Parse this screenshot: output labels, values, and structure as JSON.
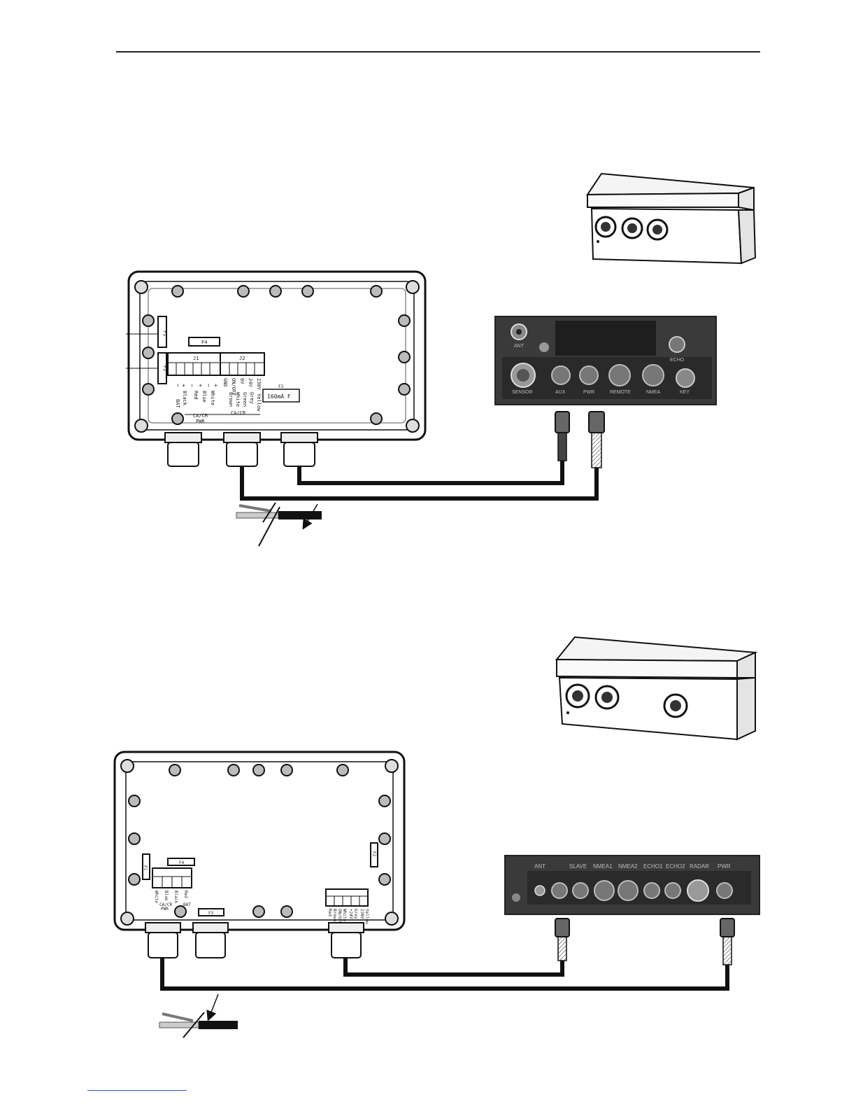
{
  "diagram1": {
    "fuse_f1": "F1",
    "fuse_f2": "F2",
    "fuse_f3": "F3",
    "fuse_f4": "F4",
    "j1": "J1",
    "j2": "J2",
    "fuse_rating": "160mA F",
    "term_labels": [
      "−",
      "+",
      "−",
      "+",
      "−",
      "+",
      "GND",
      "ON/OFF",
      "0V",
      "24V",
      "230V"
    ],
    "wire_colors": [
      "Black",
      "Red",
      "Blue",
      "White",
      "Brown",
      "White",
      "Green",
      "Grey",
      "Yellow"
    ],
    "bat": "BAT",
    "pwr": "PWR",
    "caa": "CA/CR",
    "cab": "CA/CR",
    "panel_ports": [
      "ANT",
      "ECHO",
      "SENSOR",
      "AUX",
      "PWR",
      "REMOTE",
      "NMEA",
      "KEY"
    ]
  },
  "diagram2": {
    "fuse_f1": "F1",
    "fuse_f2": "F2",
    "fuse_f3": "F3",
    "fuse_f4": "F4",
    "bat": "BAT",
    "pwr": "PWR",
    "caa": "CA/CR",
    "left_wires": [
      "White",
      "Blue",
      "Black",
      "Red"
    ],
    "right_wires": [
      "Red",
      "Brown",
      "ON/OFF",
      "White",
      "+24V",
      "Grey",
      "230V",
      "Yellow"
    ],
    "panel_ports": [
      "ANT",
      "SLAVE",
      "NMEA1",
      "NMEA2",
      "ECHO1",
      "ECHO2",
      "RADAR",
      "PWR"
    ]
  }
}
